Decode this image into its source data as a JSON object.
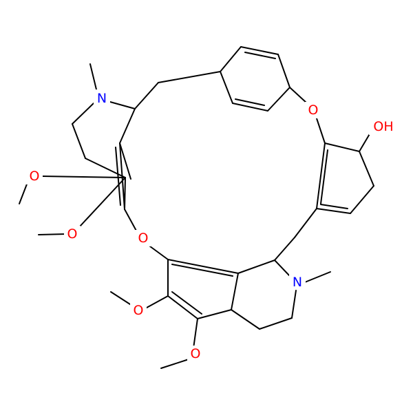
{
  "molecule": {
    "atom_labels": [
      {
        "id": "n-top",
        "text": "N",
        "color": "#0000ff"
      },
      {
        "id": "n-bottom",
        "text": "N",
        "color": "#0000ff"
      },
      {
        "id": "o-ether-right",
        "text": "O",
        "color": "#ff0000"
      },
      {
        "id": "oh",
        "text": "OH",
        "color": "#ff0000"
      },
      {
        "id": "o-ether-left",
        "text": "O",
        "color": "#ff0000"
      },
      {
        "id": "o-methoxy-1",
        "text": "O",
        "color": "#ff0000"
      },
      {
        "id": "o-methoxy-2",
        "text": "O",
        "color": "#ff0000"
      },
      {
        "id": "o-methoxy-3",
        "text": "O",
        "color": "#ff0000"
      },
      {
        "id": "o-methoxy-4",
        "text": "O",
        "color": "#ff0000"
      }
    ],
    "colors": {
      "bond": "#000000",
      "nitrogen": "#0000ff",
      "oxygen": "#ff0000",
      "background": "#ffffff"
    }
  }
}
